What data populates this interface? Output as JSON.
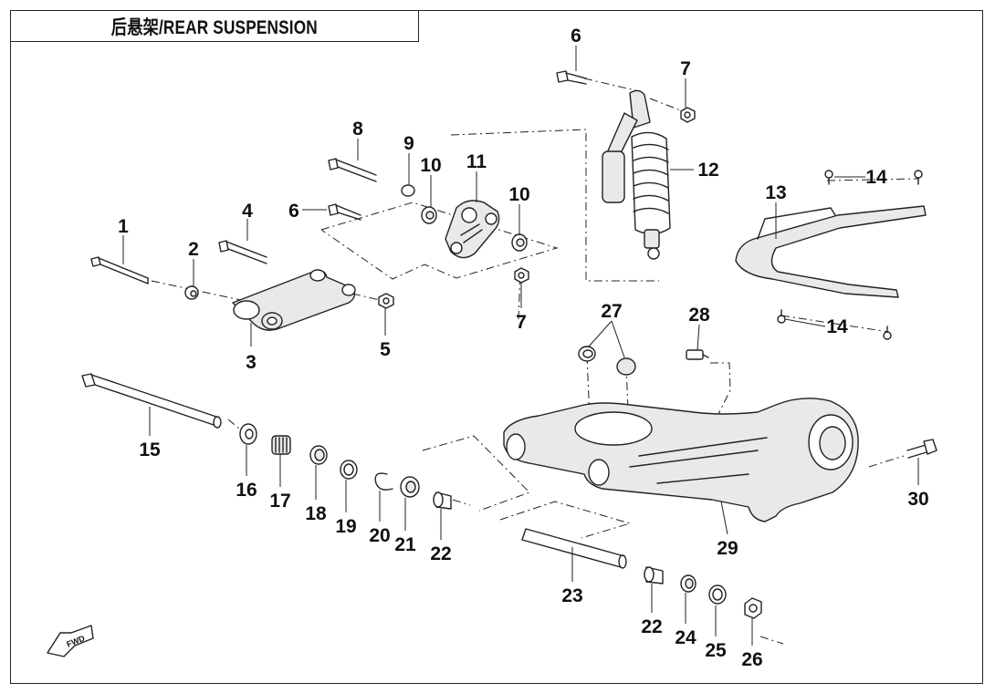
{
  "title": "后悬架/REAR SUSPENSION",
  "callouts": [
    "1",
    "2",
    "3",
    "4",
    "5",
    "6",
    "6",
    "7",
    "7",
    "8",
    "9",
    "10",
    "10",
    "11",
    "12",
    "13",
    "14",
    "14",
    "15",
    "16",
    "17",
    "18",
    "19",
    "20",
    "21",
    "22",
    "22",
    "23",
    "24",
    "25",
    "26",
    "27",
    "28",
    "29",
    "30"
  ],
  "fwd_label": "FWD"
}
